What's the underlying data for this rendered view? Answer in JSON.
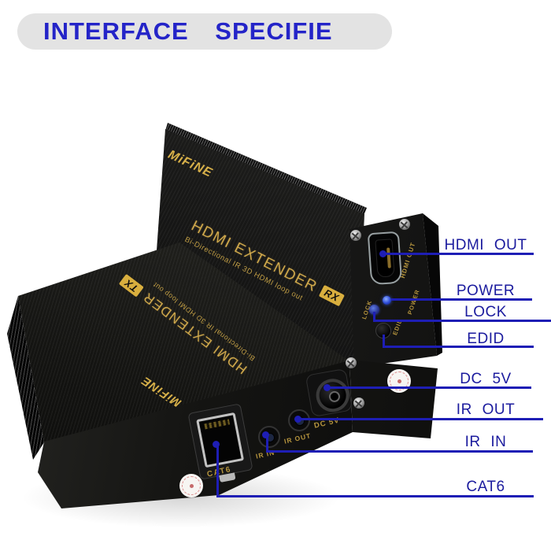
{
  "title": "INTERFACE SPECIFIE",
  "colors": {
    "annotation_blue": "#1e1eb5",
    "callout_text_blue": "#1b1b9e",
    "title_blue": "#2424c8",
    "title_pill_gray": "#e3e3e3",
    "silkscreen_gold": "#cfa84b",
    "device_black": "#121210"
  },
  "devices": {
    "rx": {
      "brand": "MiFiNE",
      "model": "HDMI EXTENDER",
      "variant": "RX",
      "subtitle": "Bi-Directional IR 3D HDMI loop out",
      "panel": {
        "hdmi_out": "HDMI OUT",
        "power": "POWER",
        "lock": "LOCK",
        "edid": "EDID"
      }
    },
    "tx": {
      "brand": "MiFiNE",
      "model": "HDMI EXTENDER",
      "variant": "TX",
      "subtitle": "Bi-Directional IR 3D HDMI loop out",
      "panel": {
        "cat6": "CAT6",
        "ir_in": "IR IN",
        "ir_out": "IR OUT",
        "dc_5v": "DC 5V"
      }
    }
  },
  "callouts": [
    {
      "id": "hdmi-out",
      "label": "HDMI OUT"
    },
    {
      "id": "power",
      "label": "POWER"
    },
    {
      "id": "lock",
      "label": "LOCK"
    },
    {
      "id": "edid",
      "label": "EDID"
    },
    {
      "id": "dc-5v",
      "label": "DC 5V"
    },
    {
      "id": "ir-out",
      "label": "IR OUT"
    },
    {
      "id": "ir-in",
      "label": "IR IN"
    },
    {
      "id": "cat6",
      "label": "CAT6"
    }
  ]
}
